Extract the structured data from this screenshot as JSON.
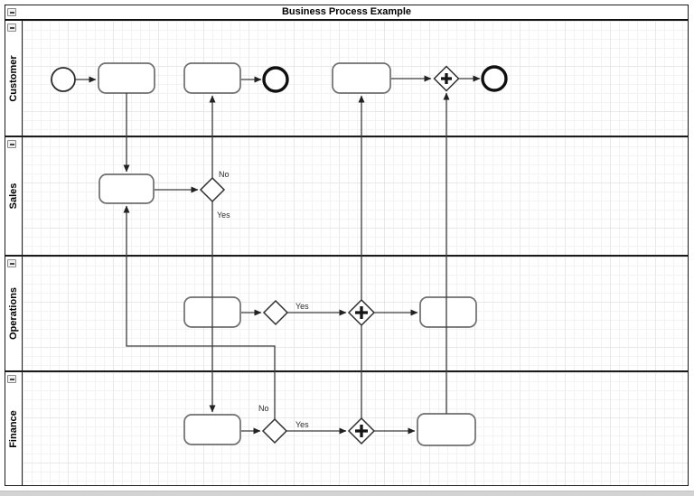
{
  "title": "Business Process Example",
  "lanes": [
    {
      "label": "Customer"
    },
    {
      "label": "Sales"
    },
    {
      "label": "Operations"
    },
    {
      "label": "Finance"
    }
  ],
  "labels": {
    "sales_no": "No",
    "sales_yes": "Yes",
    "ops_yes": "Yes",
    "fin_no": "No",
    "fin_yes": "Yes"
  },
  "icons": {
    "collapse": "minus-icon",
    "parallel_gateway_marker": "plus-icon"
  },
  "colors": {
    "pool_border": "#1a1a1a",
    "lane_border": "#1b1b1b",
    "task_border": "#6e6e6e",
    "event_border": "#101010",
    "gateway_border": "#2f2f2f",
    "connector": "#3c3c3c",
    "grid_minor": "#f5f2f4",
    "grid_major": "#eae7e9",
    "canvas_bg": "#ffffff",
    "bottom_edge": "#d3d3d3"
  },
  "diagram": {
    "type": "bpmn-swimlane-flowchart",
    "nodes": [
      {
        "id": "start",
        "type": "start-event",
        "lane": "Customer"
      },
      {
        "id": "task-c1",
        "type": "task",
        "lane": "Customer"
      },
      {
        "id": "task-c2",
        "type": "task",
        "lane": "Customer"
      },
      {
        "id": "end-1",
        "type": "end-event",
        "lane": "Customer"
      },
      {
        "id": "task-c3",
        "type": "task",
        "lane": "Customer"
      },
      {
        "id": "join-customer",
        "type": "parallel-gateway",
        "lane": "Customer"
      },
      {
        "id": "end-2",
        "type": "end-event",
        "lane": "Customer"
      },
      {
        "id": "task-s1",
        "type": "task",
        "lane": "Sales"
      },
      {
        "id": "decision-sales",
        "type": "exclusive-gateway",
        "lane": "Sales"
      },
      {
        "id": "task-o1",
        "type": "task",
        "lane": "Operations"
      },
      {
        "id": "decision-ops",
        "type": "exclusive-gateway",
        "lane": "Operations"
      },
      {
        "id": "fork-ops",
        "type": "parallel-gateway",
        "lane": "Operations"
      },
      {
        "id": "task-o2",
        "type": "task",
        "lane": "Operations"
      },
      {
        "id": "task-f1",
        "type": "task",
        "lane": "Finance"
      },
      {
        "id": "decision-fin",
        "type": "exclusive-gateway",
        "lane": "Finance"
      },
      {
        "id": "fork-fin",
        "type": "parallel-gateway",
        "lane": "Finance"
      },
      {
        "id": "task-f2",
        "type": "task",
        "lane": "Finance"
      }
    ],
    "edges": [
      {
        "from": "start",
        "to": "task-c1",
        "label": ""
      },
      {
        "from": "task-c1",
        "to": "task-s1",
        "label": ""
      },
      {
        "from": "task-s1",
        "to": "decision-sales",
        "label": ""
      },
      {
        "from": "decision-sales",
        "to": "task-c2",
        "label": "No"
      },
      {
        "from": "decision-sales",
        "to": "task-f1",
        "label": "Yes"
      },
      {
        "from": "task-c2",
        "to": "end-1",
        "label": ""
      },
      {
        "from": "task-o1",
        "to": "decision-ops",
        "label": ""
      },
      {
        "from": "decision-ops",
        "to": "fork-ops",
        "label": "Yes"
      },
      {
        "from": "fork-ops",
        "to": "task-o2",
        "label": ""
      },
      {
        "from": "fork-ops",
        "to": "task-c3",
        "label": ""
      },
      {
        "from": "fork-fin",
        "to": "fork-ops",
        "label": ""
      },
      {
        "from": "task-f1",
        "to": "decision-fin",
        "label": ""
      },
      {
        "from": "decision-fin",
        "to": "task-s1",
        "label": "No"
      },
      {
        "from": "decision-fin",
        "to": "fork-fin",
        "label": "Yes"
      },
      {
        "from": "fork-fin",
        "to": "task-f2",
        "label": ""
      },
      {
        "from": "task-f2",
        "to": "join-customer",
        "label": ""
      },
      {
        "from": "task-c3",
        "to": "join-customer",
        "label": ""
      },
      {
        "from": "join-customer",
        "to": "end-2",
        "label": ""
      }
    ]
  }
}
